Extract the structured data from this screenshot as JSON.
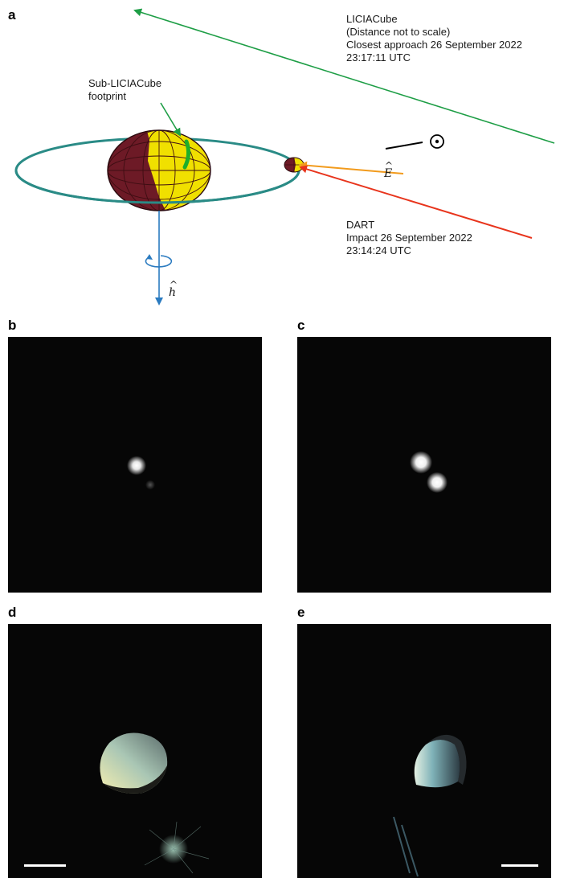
{
  "panels": {
    "a": "a",
    "b": "b",
    "c": "c",
    "d": "d",
    "e": "e"
  },
  "liciacube": {
    "line1": "LICIACube",
    "line2": "(Distance not to scale)",
    "line3": "Closest approach 26 September 2022",
    "line4": "23:17:11 UTC"
  },
  "footprint": {
    "line1": "Sub-LICIACube",
    "line2": "footprint"
  },
  "dart": {
    "line1": "DART",
    "line2": "Impact 26 September 2022",
    "line3": "23:14:24 UTC"
  },
  "vectors": {
    "earth_symbol": "E",
    "orbit_normal_symbol": "h",
    "sun_symbol": "sun-icon"
  },
  "colors": {
    "liciacube_path": "#1e9e46",
    "dart_path": "#e8341c",
    "earth_direction": "#f29b1d",
    "orbit": "#2a8b86",
    "rotation_axis": "#2b7bc0",
    "didymos_dark": "#6d1a26",
    "didymos_lit": "#f0e000",
    "footprint": "#1eae2a"
  }
}
